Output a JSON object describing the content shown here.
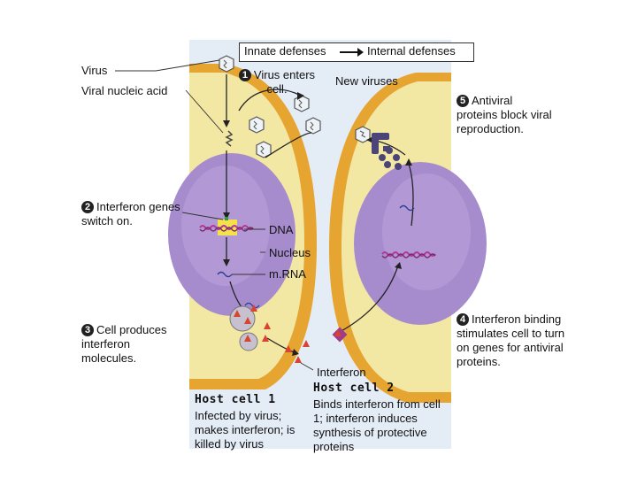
{
  "header": {
    "left": "Innate defenses",
    "right": "Internal defenses"
  },
  "labels": {
    "virus": "Virus",
    "viral_nucleic_acid": "Viral nucleic acid",
    "new_viruses": "New viruses",
    "dna": "DNA",
    "nucleus": "Nucleus",
    "mrna": "m.RNA",
    "interferon": "Interferon"
  },
  "steps": [
    {
      "num": "1",
      "text": "Virus enters cell."
    },
    {
      "num": "2",
      "text": "Interferon genes switch on."
    },
    {
      "num": "3",
      "text": "Cell produces interferon molecules."
    },
    {
      "num": "4",
      "text": "Interferon binding stimulates cell to turn on genes for antiviral proteins."
    },
    {
      "num": "5",
      "text": "Antiviral proteins block viral reproduction."
    }
  ],
  "cells": {
    "host1": {
      "title": "Host cell 1",
      "desc": "Infected by virus; makes interferon; is killed by virus"
    },
    "host2": {
      "title": "Host cell 2",
      "desc": "Binds interferon from cell 1; interferon induces synthesis of protective proteins"
    }
  },
  "colors": {
    "background_panel": "#e4ecf6",
    "cytoplasm": "#f3e7a4",
    "membrane": "#e6a431",
    "nucleus": "#a78ccd",
    "interferon": "#d9432f",
    "antiviral_protein": "#4a4478",
    "rna": "#b0399a"
  }
}
